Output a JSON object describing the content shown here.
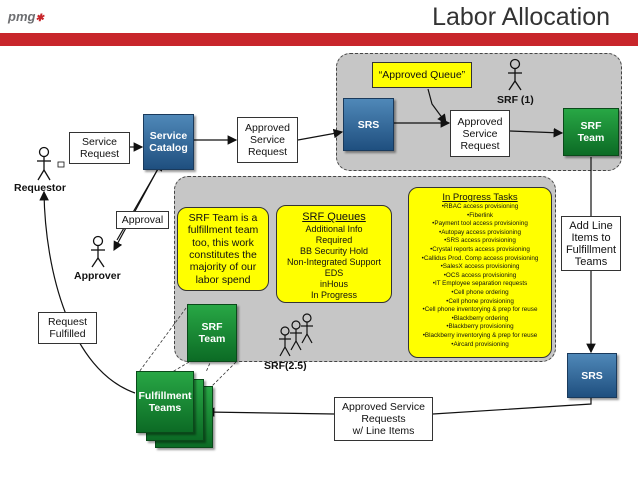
{
  "header": {
    "logo": "pmg",
    "title": "Labor Allocation"
  },
  "actors": {
    "requestor": "Requestor",
    "approver": "Approver",
    "srf1": "SRF (1)",
    "srf25": "SRF(2.5)"
  },
  "nodes": {
    "service_request": "Service\nRequest",
    "service_catalog": "Service\nCatalog",
    "approved_service_request": "Approved\nService\nRequest",
    "srs_top": "SRS",
    "approved_queue": "“Approved Queue”",
    "approved_service_request_2": "Approved\nService\nRequest",
    "srf_team_right": "SRF\nTeam",
    "approval": "Approval",
    "request_fulfilled": "Request\nFulfilled",
    "srf_team_note": "SRF Team is a fulfillment team too, this work constitutes the majority of our labor spend",
    "srf_team_mid": "SRF\nTeam",
    "add_line_items": "Add Line\nItems to\nFulfillment\nTeams",
    "srs_bottom": "SRS",
    "fulfillment_teams": "Fulfillment\nTeams",
    "approved_service_requests_line": "Approved Service\nRequests\nw/ Line Items"
  },
  "srf_queues": {
    "title": "SRF Queues",
    "items": [
      "Additional Info",
      "Required",
      "BB Security Hold",
      "Non-Integrated Support",
      "EDS",
      "inHous",
      "In Progress"
    ]
  },
  "in_progress": {
    "title": "In Progress Tasks",
    "items": [
      "•RBAC access provisioning",
      "•Fiberlink",
      "•Payment tool access provisioning",
      "•Autopay access provisioning",
      "•SRS access provisioning",
      "•Crystal reports access provisioning",
      "•Callidus Prod. Comp access provisioning",
      "•SalesX access provisioning",
      "•OCS access provisioning",
      "•IT Employee separation requests",
      "•Cell phone ordering",
      "•Cell phone provisioning",
      "•Cell phone inventorying & prep for reuse",
      "•Blackberry ordering",
      "•Blackberry provisioning",
      "•Blackberry inventorying & prep for reuse",
      "•Aircard provisioning"
    ]
  },
  "colors": {
    "brand_red": "#c8262b",
    "srs_blue": "#2a5d8f",
    "srf_green": "#1a8a36",
    "highlight_yellow": "#ffff00",
    "region_gray": "#c6c6c6"
  }
}
